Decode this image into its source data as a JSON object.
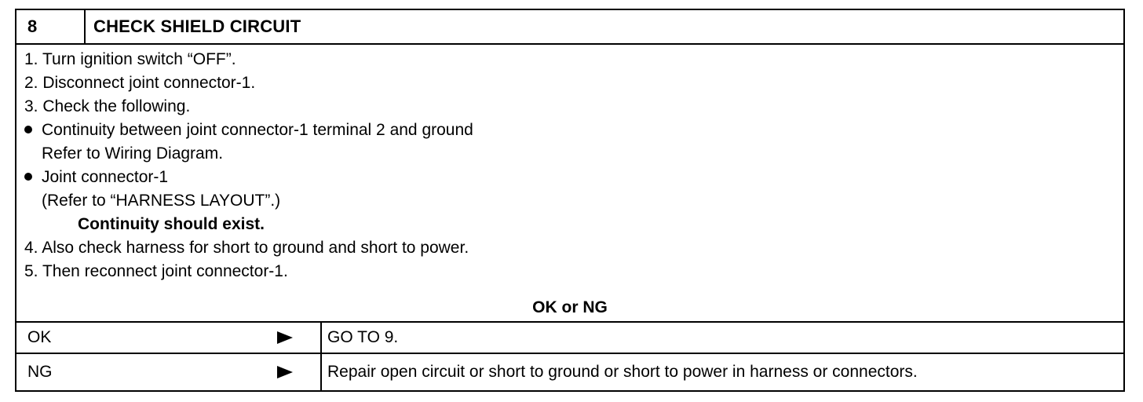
{
  "step": {
    "number": "8",
    "title": "CHECK SHIELD CIRCUIT"
  },
  "instructions": {
    "line1": "1. Turn ignition switch “OFF”.",
    "line2": "2. Disconnect joint connector-1.",
    "line3": "3. Check the following.",
    "bullet1": "Continuity between joint connector-1 terminal 2 and ground",
    "bullet1_sub": "Refer to Wiring Diagram.",
    "bullet2": "Joint connector-1",
    "bullet2_sub": "(Refer to “HARNESS LAYOUT”.)",
    "expected": "Continuity should exist.",
    "line4": "4. Also check harness for short to ground and short to power.",
    "line5": "5. Then reconnect joint connector-1."
  },
  "result": {
    "heading": "OK or NG",
    "rows": [
      {
        "label": "OK",
        "action": "GO TO 9."
      },
      {
        "label": "NG",
        "action": "Repair open circuit or short to ground or short to power in harness or connectors."
      }
    ]
  }
}
